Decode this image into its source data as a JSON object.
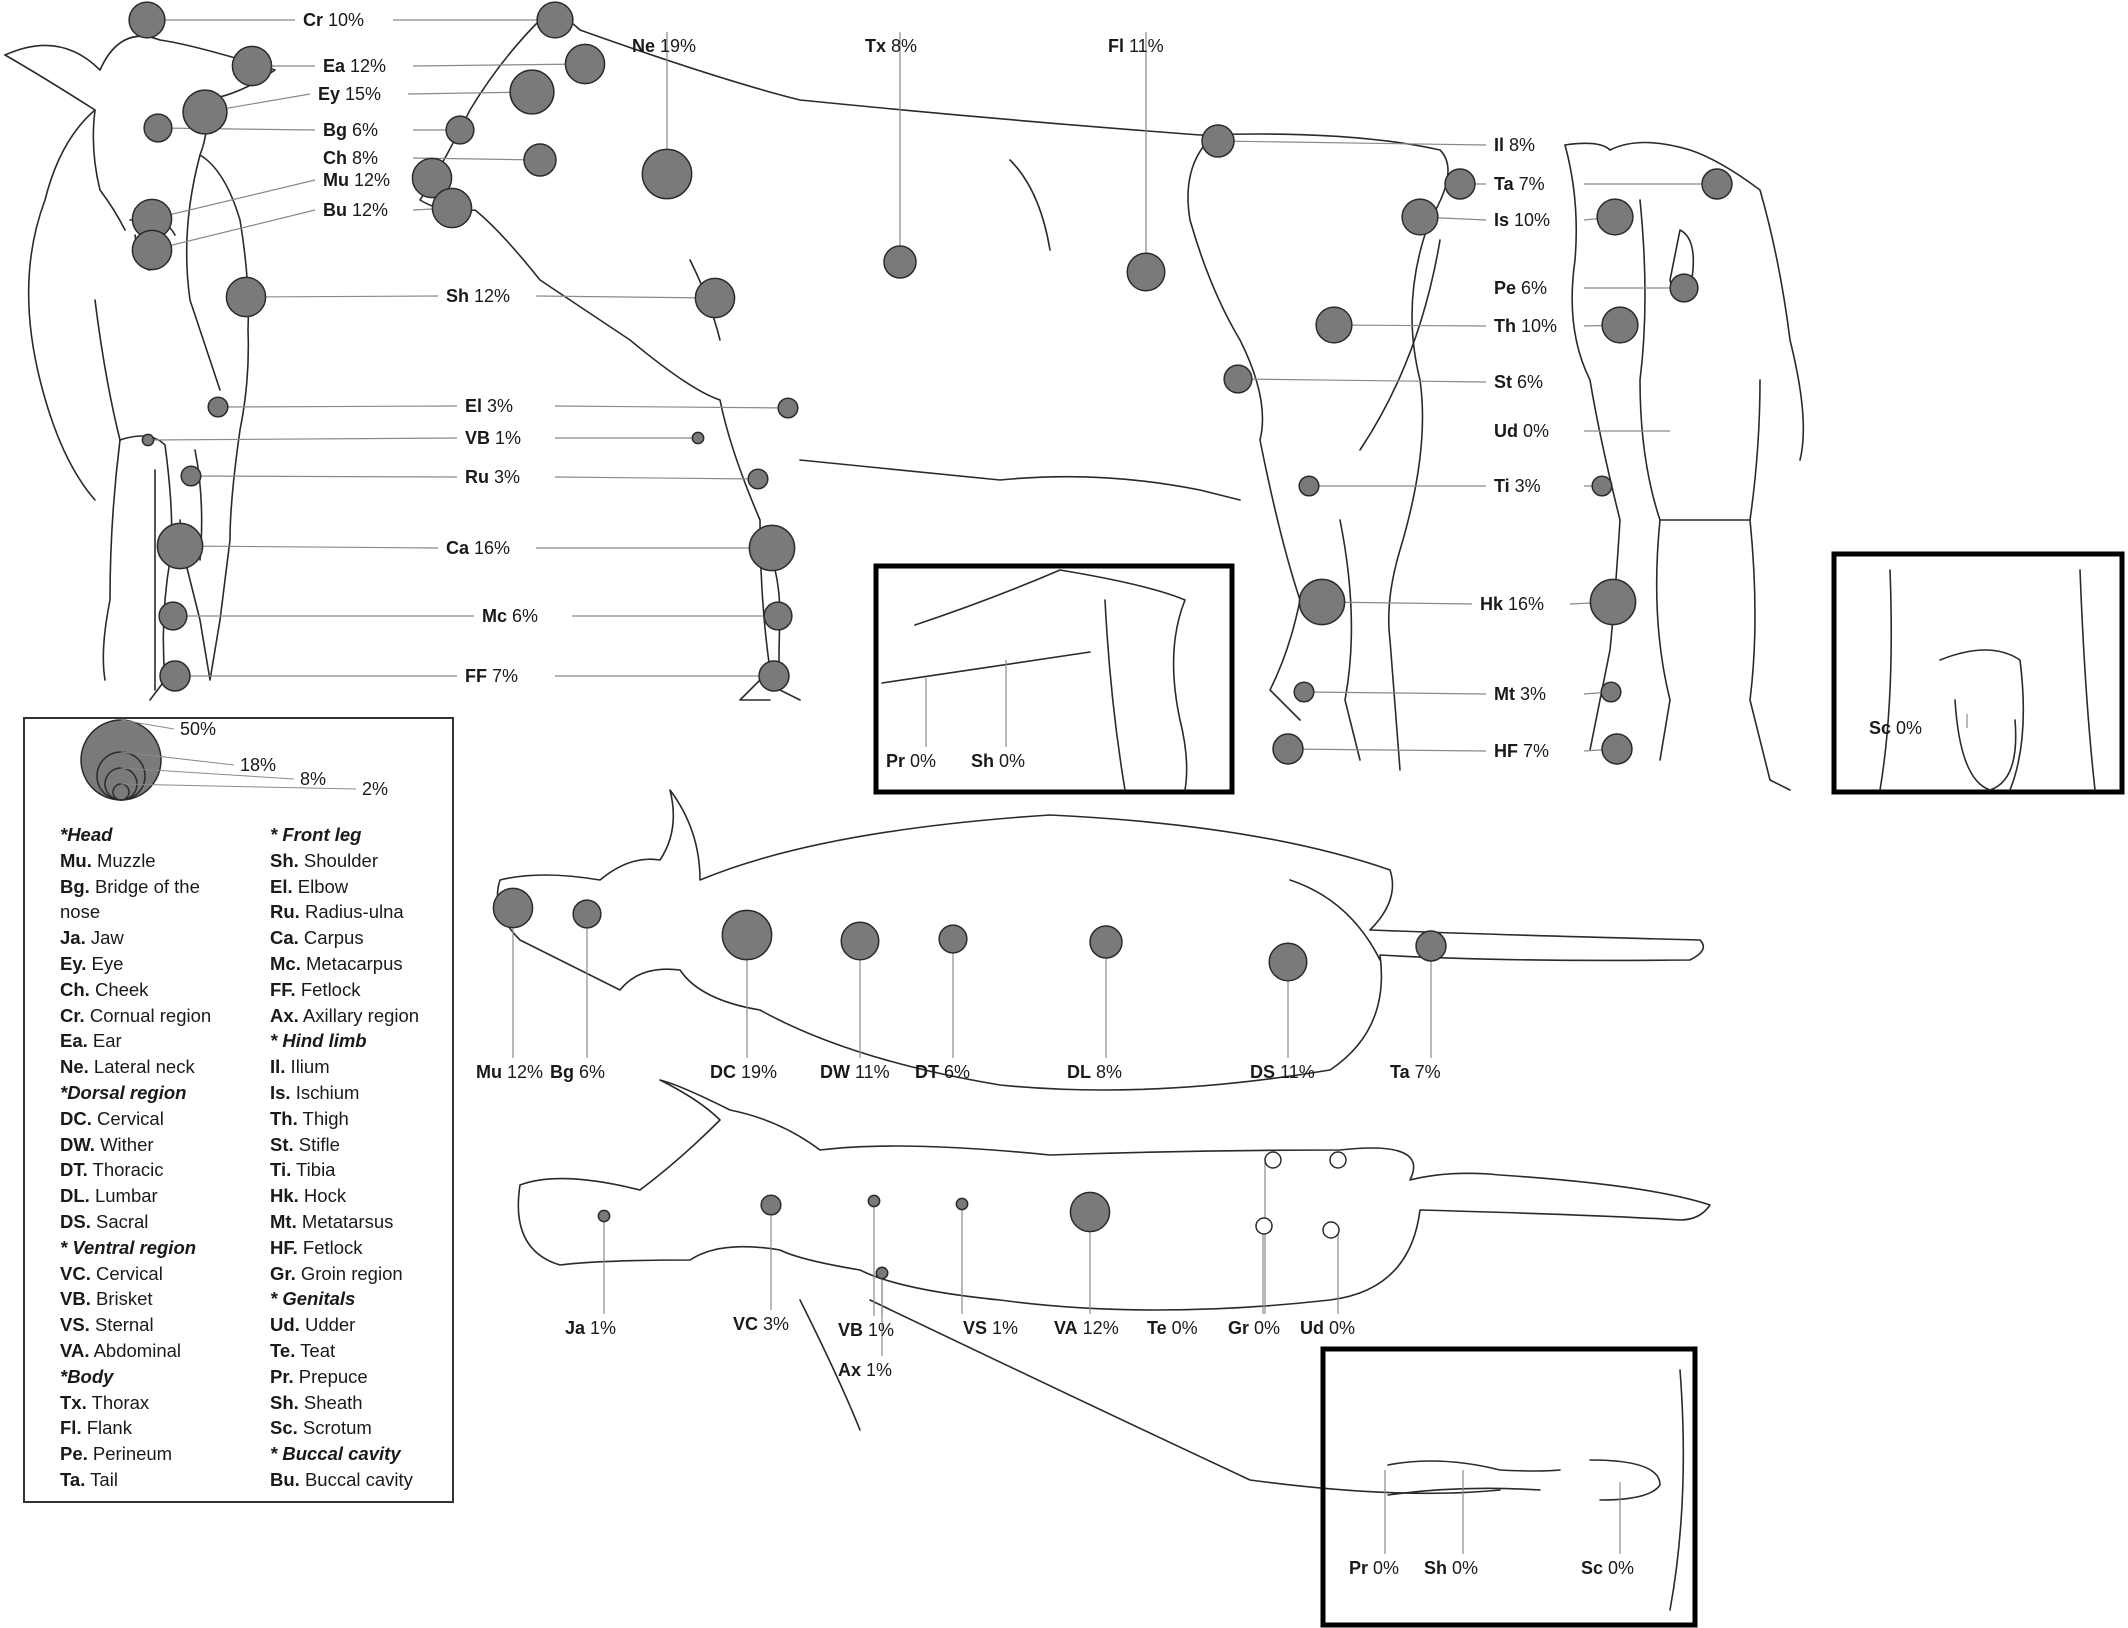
{
  "scale": {
    "entries": [
      {
        "label": "50%",
        "value": 50
      },
      {
        "label": "18%",
        "value": 18
      },
      {
        "label": "8%",
        "value": 8
      },
      {
        "label": "2%",
        "value": 2
      }
    ]
  },
  "views": {
    "front": [
      {
        "code": "Cr",
        "pct": "10%",
        "value": 10
      },
      {
        "code": "Ea",
        "pct": "12%",
        "value": 12
      },
      {
        "code": "Ey",
        "pct": "15%",
        "value": 15
      },
      {
        "code": "Bg",
        "pct": "6%",
        "value": 6
      },
      {
        "code": "Ch",
        "pct": "8%",
        "value": 8
      },
      {
        "code": "Mu",
        "pct": "12%",
        "value": 12
      },
      {
        "code": "Bu",
        "pct": "12%",
        "value": 12
      },
      {
        "code": "Sh",
        "pct": "12%",
        "value": 12
      },
      {
        "code": "El",
        "pct": "3%",
        "value": 3
      },
      {
        "code": "VB",
        "pct": "1%",
        "value": 1
      },
      {
        "code": "Ru",
        "pct": "3%",
        "value": 3
      },
      {
        "code": "Ca",
        "pct": "16%",
        "value": 16
      },
      {
        "code": "Mc",
        "pct": "6%",
        "value": 6
      },
      {
        "code": "FF",
        "pct": "7%",
        "value": 7
      }
    ],
    "side_top": [
      {
        "code": "Ne",
        "pct": "19%",
        "value": 19
      },
      {
        "code": "Tx",
        "pct": "8%",
        "value": 8
      },
      {
        "code": "Fl",
        "pct": "11%",
        "value": 11
      }
    ],
    "side_right": [
      {
        "code": "Il",
        "pct": "8%",
        "value": 8
      },
      {
        "code": "Ta",
        "pct": "7%",
        "value": 7
      },
      {
        "code": "Is",
        "pct": "10%",
        "value": 10
      },
      {
        "code": "Pe",
        "pct": "6%",
        "value": 6
      },
      {
        "code": "Th",
        "pct": "10%",
        "value": 10
      },
      {
        "code": "St",
        "pct": "6%",
        "value": 6
      },
      {
        "code": "Ud",
        "pct": "0%",
        "value": 0
      },
      {
        "code": "Ti",
        "pct": "3%",
        "value": 3
      },
      {
        "code": "Hk",
        "pct": "16%",
        "value": 16
      },
      {
        "code": "Mt",
        "pct": "3%",
        "value": 3
      },
      {
        "code": "HF",
        "pct": "7%",
        "value": 7
      }
    ],
    "inset_side": [
      {
        "code": "Pr",
        "pct": "0%",
        "value": 0
      },
      {
        "code": "Sh",
        "pct": "0%",
        "value": 0
      }
    ],
    "inset_rear": [
      {
        "code": "Sc",
        "pct": "0%",
        "value": 0
      }
    ],
    "dorsal": [
      {
        "code": "Mu",
        "pct": "12%",
        "value": 12
      },
      {
        "code": "Bg",
        "pct": "6%",
        "value": 6
      },
      {
        "code": "DC",
        "pct": "19%",
        "value": 19
      },
      {
        "code": "DW",
        "pct": "11%",
        "value": 11
      },
      {
        "code": "DT",
        "pct": "6%",
        "value": 6
      },
      {
        "code": "DL",
        "pct": "8%",
        "value": 8
      },
      {
        "code": "DS",
        "pct": "11%",
        "value": 11
      },
      {
        "code": "Ta",
        "pct": "7%",
        "value": 7
      }
    ],
    "ventral": [
      {
        "code": "Ja",
        "pct": "1%",
        "value": 1
      },
      {
        "code": "VC",
        "pct": "3%",
        "value": 3
      },
      {
        "code": "VB",
        "pct": "1%",
        "value": 1
      },
      {
        "code": "Ax",
        "pct": "1%",
        "value": 1
      },
      {
        "code": "VS",
        "pct": "1%",
        "value": 1
      },
      {
        "code": "VA",
        "pct": "12%",
        "value": 12
      },
      {
        "code": "Te",
        "pct": "0%",
        "value": 0
      },
      {
        "code": "Gr",
        "pct": "0%",
        "value": 0
      },
      {
        "code": "Ud",
        "pct": "0%",
        "value": 0
      }
    ],
    "inset_ventral": [
      {
        "code": "Pr",
        "pct": "0%",
        "value": 0
      },
      {
        "code": "Sh",
        "pct": "0%",
        "value": 0
      },
      {
        "code": "Sc",
        "pct": "0%",
        "value": 0
      }
    ]
  },
  "legend": {
    "left": [
      {
        "type": "section",
        "text": "*Head"
      },
      {
        "type": "item",
        "abbr": "Mu.",
        "name": "Muzzle"
      },
      {
        "type": "item",
        "abbr": "Bg.",
        "name": "Bridge of the"
      },
      {
        "type": "cont",
        "name": "nose"
      },
      {
        "type": "item",
        "abbr": "Ja.",
        "name": "Jaw"
      },
      {
        "type": "item",
        "abbr": "Ey.",
        "name": "Eye"
      },
      {
        "type": "item",
        "abbr": "Ch.",
        "name": "Cheek"
      },
      {
        "type": "item",
        "abbr": "Cr.",
        "name": "Cornual region"
      },
      {
        "type": "item",
        "abbr": "Ea.",
        "name": "Ear"
      },
      {
        "type": "item",
        "abbr": "Ne.",
        "name": "Lateral neck"
      },
      {
        "type": "section",
        "text": "*Dorsal region"
      },
      {
        "type": "item",
        "abbr": "DC.",
        "name": "Cervical"
      },
      {
        "type": "item",
        "abbr": "DW.",
        "name": "Wither"
      },
      {
        "type": "item",
        "abbr": "DT.",
        "name": "Thoracic"
      },
      {
        "type": "item",
        "abbr": "DL.",
        "name": "Lumbar"
      },
      {
        "type": "item",
        "abbr": "DS.",
        "name": "Sacral"
      },
      {
        "type": "section",
        "text": "* Ventral region"
      },
      {
        "type": "item",
        "abbr": "VC.",
        "name": "Cervical"
      },
      {
        "type": "item",
        "abbr": "VB.",
        "name": "Brisket"
      },
      {
        "type": "item",
        "abbr": "VS.",
        "name": "Sternal"
      },
      {
        "type": "item",
        "abbr": "VA.",
        "name": "Abdominal"
      },
      {
        "type": "section",
        "text": "*Body"
      },
      {
        "type": "item",
        "abbr": "Tx.",
        "name": "Thorax"
      },
      {
        "type": "item",
        "abbr": "Fl.",
        "name": "Flank"
      },
      {
        "type": "item",
        "abbr": "Pe.",
        "name": "Perineum"
      },
      {
        "type": "item",
        "abbr": "Ta.",
        "name": "Tail"
      }
    ],
    "right": [
      {
        "type": "section",
        "text": "* Front leg"
      },
      {
        "type": "item",
        "abbr": "Sh.",
        "name": "Shoulder"
      },
      {
        "type": "item",
        "abbr": "El.",
        "name": "Elbow"
      },
      {
        "type": "item",
        "abbr": "Ru.",
        "name": "Radius-ulna"
      },
      {
        "type": "item",
        "abbr": "Ca.",
        "name": "Carpus"
      },
      {
        "type": "item",
        "abbr": "Mc.",
        "name": "Metacarpus"
      },
      {
        "type": "item",
        "abbr": "FF.",
        "name": "Fetlock"
      },
      {
        "type": "item",
        "abbr": "Ax.",
        "name": "Axillary region"
      },
      {
        "type": "section",
        "text": "* Hind limb"
      },
      {
        "type": "item",
        "abbr": "Il.",
        "name": "Ilium"
      },
      {
        "type": "item",
        "abbr": "Is.",
        "name": "Ischium"
      },
      {
        "type": "item",
        "abbr": "Th.",
        "name": "Thigh"
      },
      {
        "type": "item",
        "abbr": "St.",
        "name": "Stifle"
      },
      {
        "type": "item",
        "abbr": "Ti.",
        "name": "Tibia"
      },
      {
        "type": "item",
        "abbr": "Hk.",
        "name": "Hock"
      },
      {
        "type": "item",
        "abbr": "Mt.",
        "name": "Metatarsus"
      },
      {
        "type": "item",
        "abbr": "HF.",
        "name": "Fetlock"
      },
      {
        "type": "item",
        "abbr": "Gr.",
        "name": "Groin region"
      },
      {
        "type": "section",
        "text": "* Genitals"
      },
      {
        "type": "item",
        "abbr": "Ud.",
        "name": "Udder"
      },
      {
        "type": "item",
        "abbr": "Te.",
        "name": "Teat"
      },
      {
        "type": "item",
        "abbr": "Pr.",
        "name": "Prepuce"
      },
      {
        "type": "item",
        "abbr": "Sh.",
        "name": "Sheath"
      },
      {
        "type": "item",
        "abbr": "Sc.",
        "name": "Scrotum"
      },
      {
        "type": "section",
        "text": "* Buccal cavity"
      },
      {
        "type": "item",
        "abbr": "Bu.",
        "name": "Buccal cavity"
      }
    ]
  },
  "colors": {
    "marker_fill": "#7a7a7a",
    "marker_stroke": "#2b2b2b",
    "leader": "#8a8a8a",
    "outline": "#2a2a2a"
  }
}
